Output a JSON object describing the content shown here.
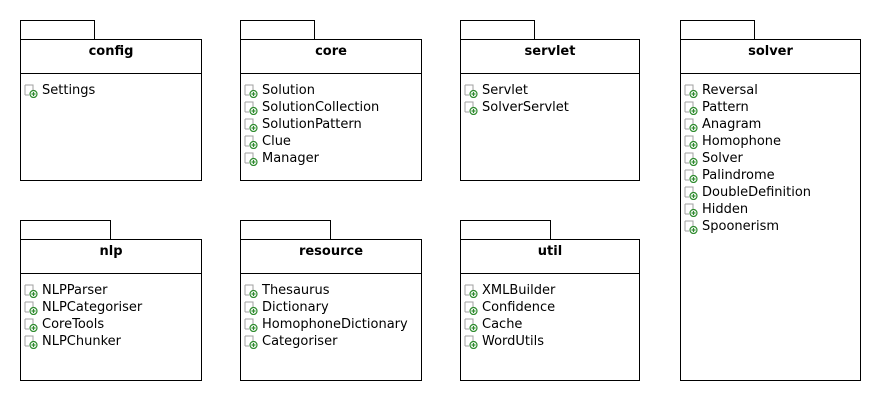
{
  "packages": [
    {
      "id": "config",
      "name": "config",
      "classes": [
        "Settings"
      ]
    },
    {
      "id": "core",
      "name": "core",
      "classes": [
        "Solution",
        "SolutionCollection",
        "SolutionPattern",
        "Clue",
        "Manager"
      ]
    },
    {
      "id": "servlet",
      "name": "servlet",
      "classes": [
        "Servlet",
        "SolverServlet"
      ]
    },
    {
      "id": "solver",
      "name": "solver",
      "classes": [
        "Reversal",
        "Pattern",
        "Anagram",
        "Homophone",
        "Solver",
        "Palindrome",
        "DoubleDefinition",
        "Hidden",
        "Spoonerism"
      ]
    },
    {
      "id": "nlp",
      "name": "nlp",
      "classes": [
        "NLPParser",
        "NLPCategoriser",
        "CoreTools",
        "NLPChunker"
      ]
    },
    {
      "id": "resource",
      "name": "resource",
      "classes": [
        "Thesaurus",
        "Dictionary",
        "HomophoneDictionary",
        "Categoriser"
      ]
    },
    {
      "id": "util",
      "name": "util",
      "classes": [
        "XMLBuilder",
        "Confidence",
        "Cache",
        "WordUtils"
      ]
    }
  ],
  "icons": {
    "class_icon": "class-icon",
    "icon_box_color": "#a0a0a0",
    "icon_plus_color": "#2e8b2e"
  }
}
